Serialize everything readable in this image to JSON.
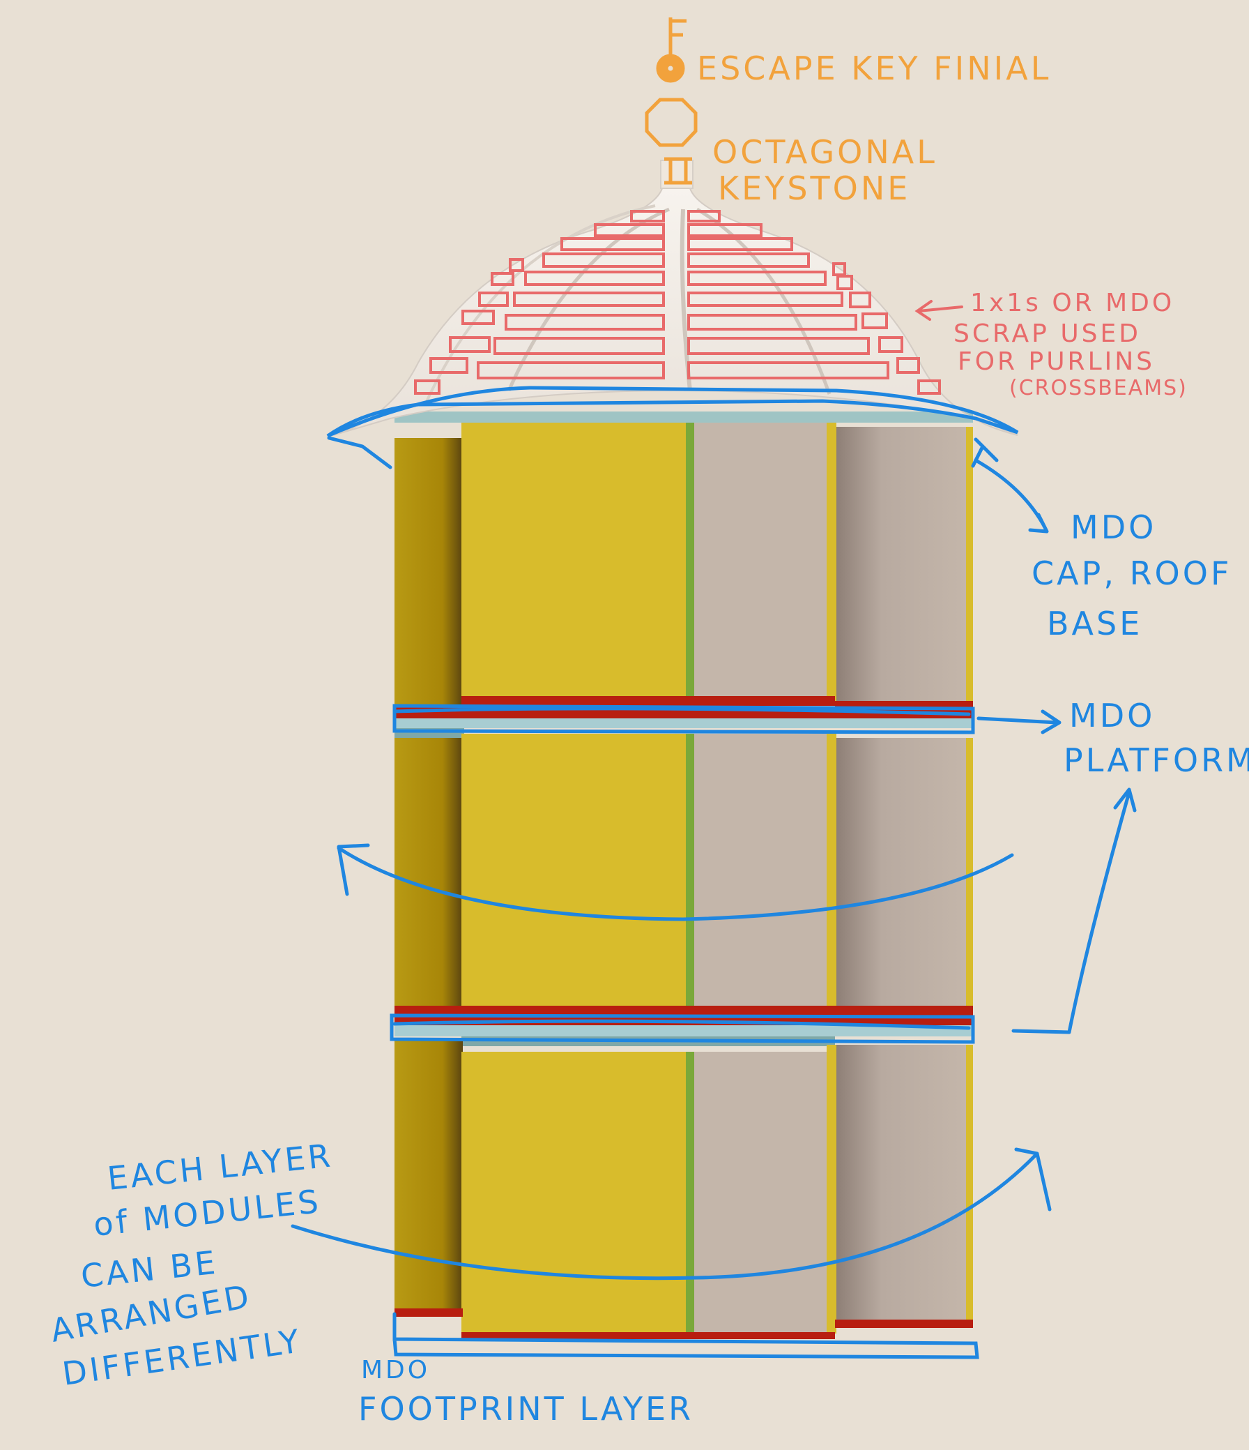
{
  "annotations": {
    "finial": "ESCAPE KEY FINIAL",
    "keystone_line1": "OCTAGONAL",
    "keystone_line2": "KEYSTONE",
    "purlins_line1": "1x1s OR MDO",
    "purlins_line2": "SCRAP USED",
    "purlins_line3": "FOR PURLINS",
    "purlins_line4": "(CROSSBEAMS)",
    "cap_line1": "MDO",
    "cap_line2": "CAP, ROOF",
    "cap_line3": "BASE",
    "platform_line1": "MDO",
    "platform_line2": "PLATFORM",
    "layers_line1": "EACH LAYER",
    "layers_line2": "of MODULES",
    "layers_line3": "CAN BE",
    "layers_line4": "ARRANGED",
    "layers_line5": "DIFFERENTLY",
    "footprint_line1": "MDO",
    "footprint_line2": "FOOTPRINT LAYER"
  },
  "colors": {
    "background": "#e8e0d4",
    "annotation_orange": "#f2a23c",
    "annotation_blue": "#1f86e0",
    "purlin_red": "#e86a6a",
    "module_yellow": "#d8bc2c",
    "module_gray": "#c4b6aa",
    "platform_red": "#b81e10",
    "roof_cream": "#f1ebe4"
  }
}
